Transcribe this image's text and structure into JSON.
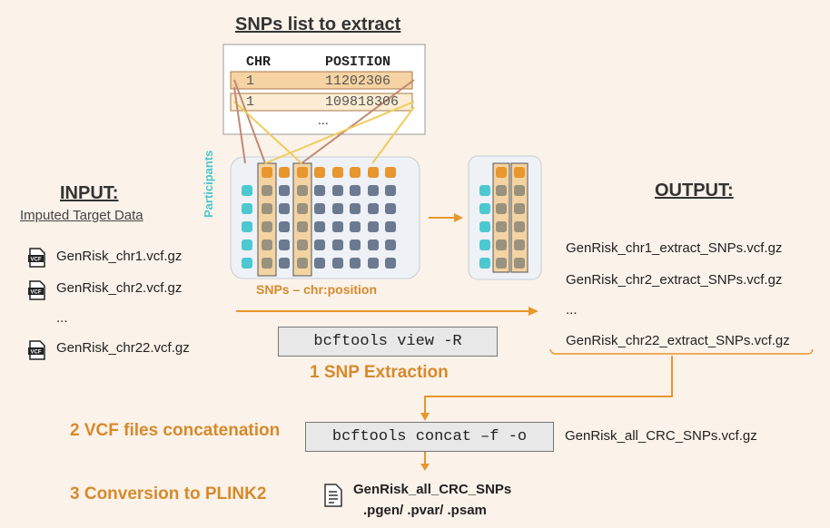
{
  "snp_table": {
    "title": "SNPs list to extract",
    "col_chr": "CHR",
    "col_position": "POSITION",
    "rows": [
      {
        "chr": "1",
        "position": "11202306"
      },
      {
        "chr": "1",
        "position": "109818306"
      }
    ],
    "ellipsis": "..."
  },
  "input": {
    "heading": "INPUT:",
    "subheading": "Imputed Target Data",
    "files": [
      "GenRisk_chr1.vcf.gz",
      "GenRisk_chr2.vcf.gz",
      "...",
      "GenRisk_chr22.vcf.gz"
    ],
    "icon_label": "VCF"
  },
  "matrix": {
    "participants_label": "Participants",
    "snps_label": "SNPs – chr:position"
  },
  "output": {
    "heading": "OUTPUT:",
    "files": [
      "GenRisk_chr1_extract_SNPs.vcf.gz",
      "GenRisk_chr2_extract_SNPs.vcf.gz",
      "...",
      "GenRisk_chr22_extract_SNPs.vcf.gz"
    ]
  },
  "steps": {
    "cmd1": "bcftools view -R",
    "step1": "1 SNP Extraction",
    "step2": "2 VCF files concatenation",
    "cmd2": "bcftools concat –f -o",
    "concat_output": "GenRisk_all_CRC_SNPs.vcf.gz",
    "step3": "3 Conversion to PLINK2",
    "plink_name": "GenRisk_all_CRC_SNPs",
    "plink_ext": ".pgen/ .pvar/ .psam"
  },
  "colors": {
    "background": "#fbf2e9",
    "accent_orange": "#e8962e",
    "step_text": "#d68a2c",
    "teal": "#4cc8d0",
    "grey_dot": "#6b7a91",
    "highlight_fill": "#f3d3a2",
    "line_brown": "#c08a73",
    "line_yellow": "#f0cc5a"
  }
}
